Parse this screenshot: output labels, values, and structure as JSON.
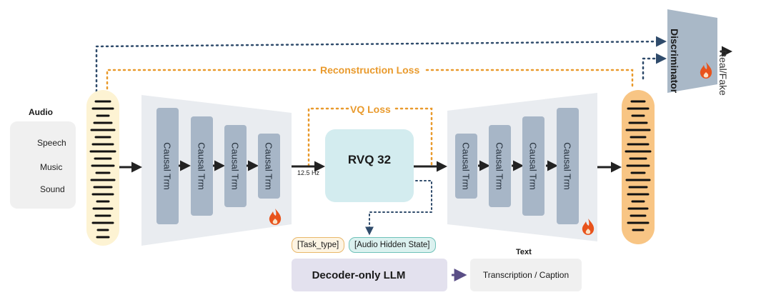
{
  "audio_panel": {
    "title": "Audio",
    "sources": [
      {
        "label": "Speech",
        "icon": "speech-icon"
      },
      {
        "label": "Music",
        "icon": "music-icon"
      },
      {
        "label": "Sound",
        "icon": "sound-icon"
      }
    ]
  },
  "encoder": {
    "blocks": [
      "Causal Trm",
      "Causal Trm",
      "Causal Trm",
      "Causal Trm"
    ],
    "icon": "flame-icon"
  },
  "frame_rate": "12.5 Hz",
  "quantizer": {
    "label": "RVQ 32",
    "icon": "flame-icon"
  },
  "decoder": {
    "blocks": [
      "Causal Trm",
      "Causal Trm",
      "Causal Trm",
      "Causal Trm"
    ],
    "icon": "flame-icon"
  },
  "losses": {
    "reconstruction": "Reconstruction Loss",
    "vq": "VQ Loss"
  },
  "discriminator": {
    "label": "Discriminator",
    "output": "Real/Fake",
    "icon": "flame-icon"
  },
  "llm": {
    "inputs": [
      "[Task_type]",
      "[Audio Hidden State]"
    ],
    "label": "Decoder-only LLM",
    "icon": "flame-icon"
  },
  "text_output": {
    "title": "Text",
    "label": "Transcription / Caption"
  },
  "colors": {
    "input_waveform_bg": "#fdf3d3",
    "output_waveform_bg": "#f8c584",
    "trapezoid": "#e9ecf0",
    "trm_block": "#a7b6c7",
    "rvq": "#d3ecef",
    "llm": "#e3e1ee",
    "loss_orange": "#e99a2c",
    "dotted_navy": "#2f4b6b",
    "discriminator": "#a9b8c7",
    "flame": "#e8531c"
  }
}
